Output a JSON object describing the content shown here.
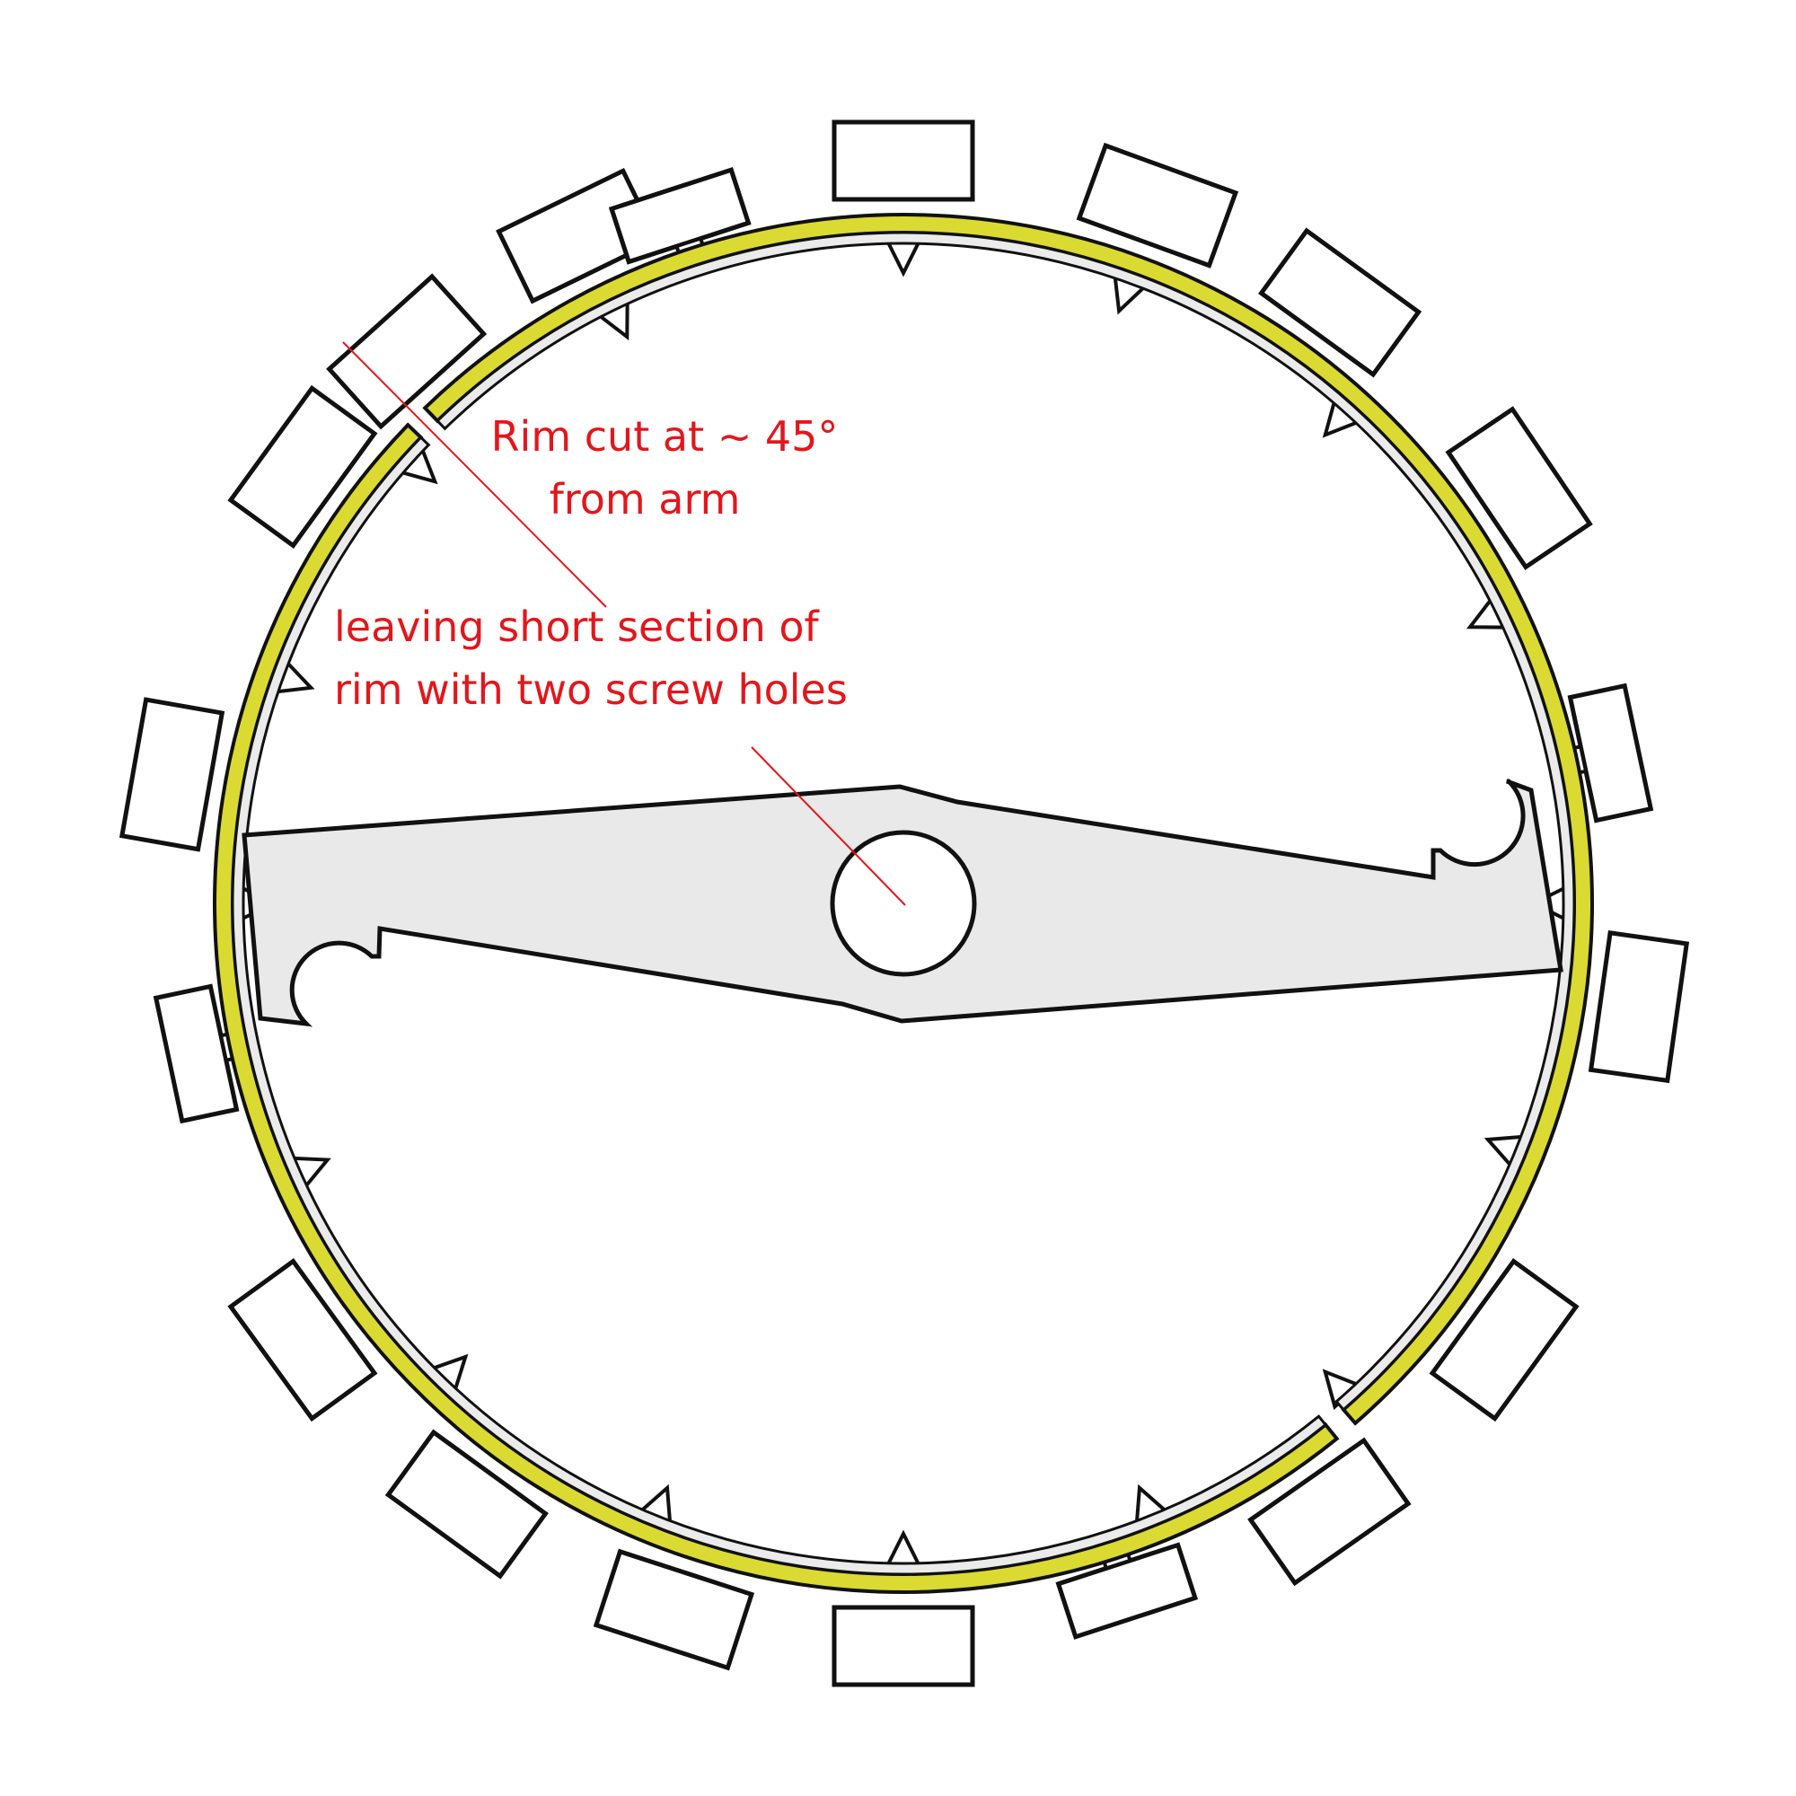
{
  "annotations": {
    "rim_cut_line1": "Rim cut at ~ 45°",
    "rim_cut_line2": "from arm",
    "short_section_line1": "leaving short section of",
    "short_section_line2": "rim with two screw holes"
  },
  "colors": {
    "annotation": "#e4161b",
    "rim_outer": "#dada33",
    "rim_inner": "#ebebeb",
    "arm_fill": "#e9e9e9",
    "outline": "#111111"
  },
  "blades": {
    "count": 20,
    "screwed_blade_count": 4
  }
}
